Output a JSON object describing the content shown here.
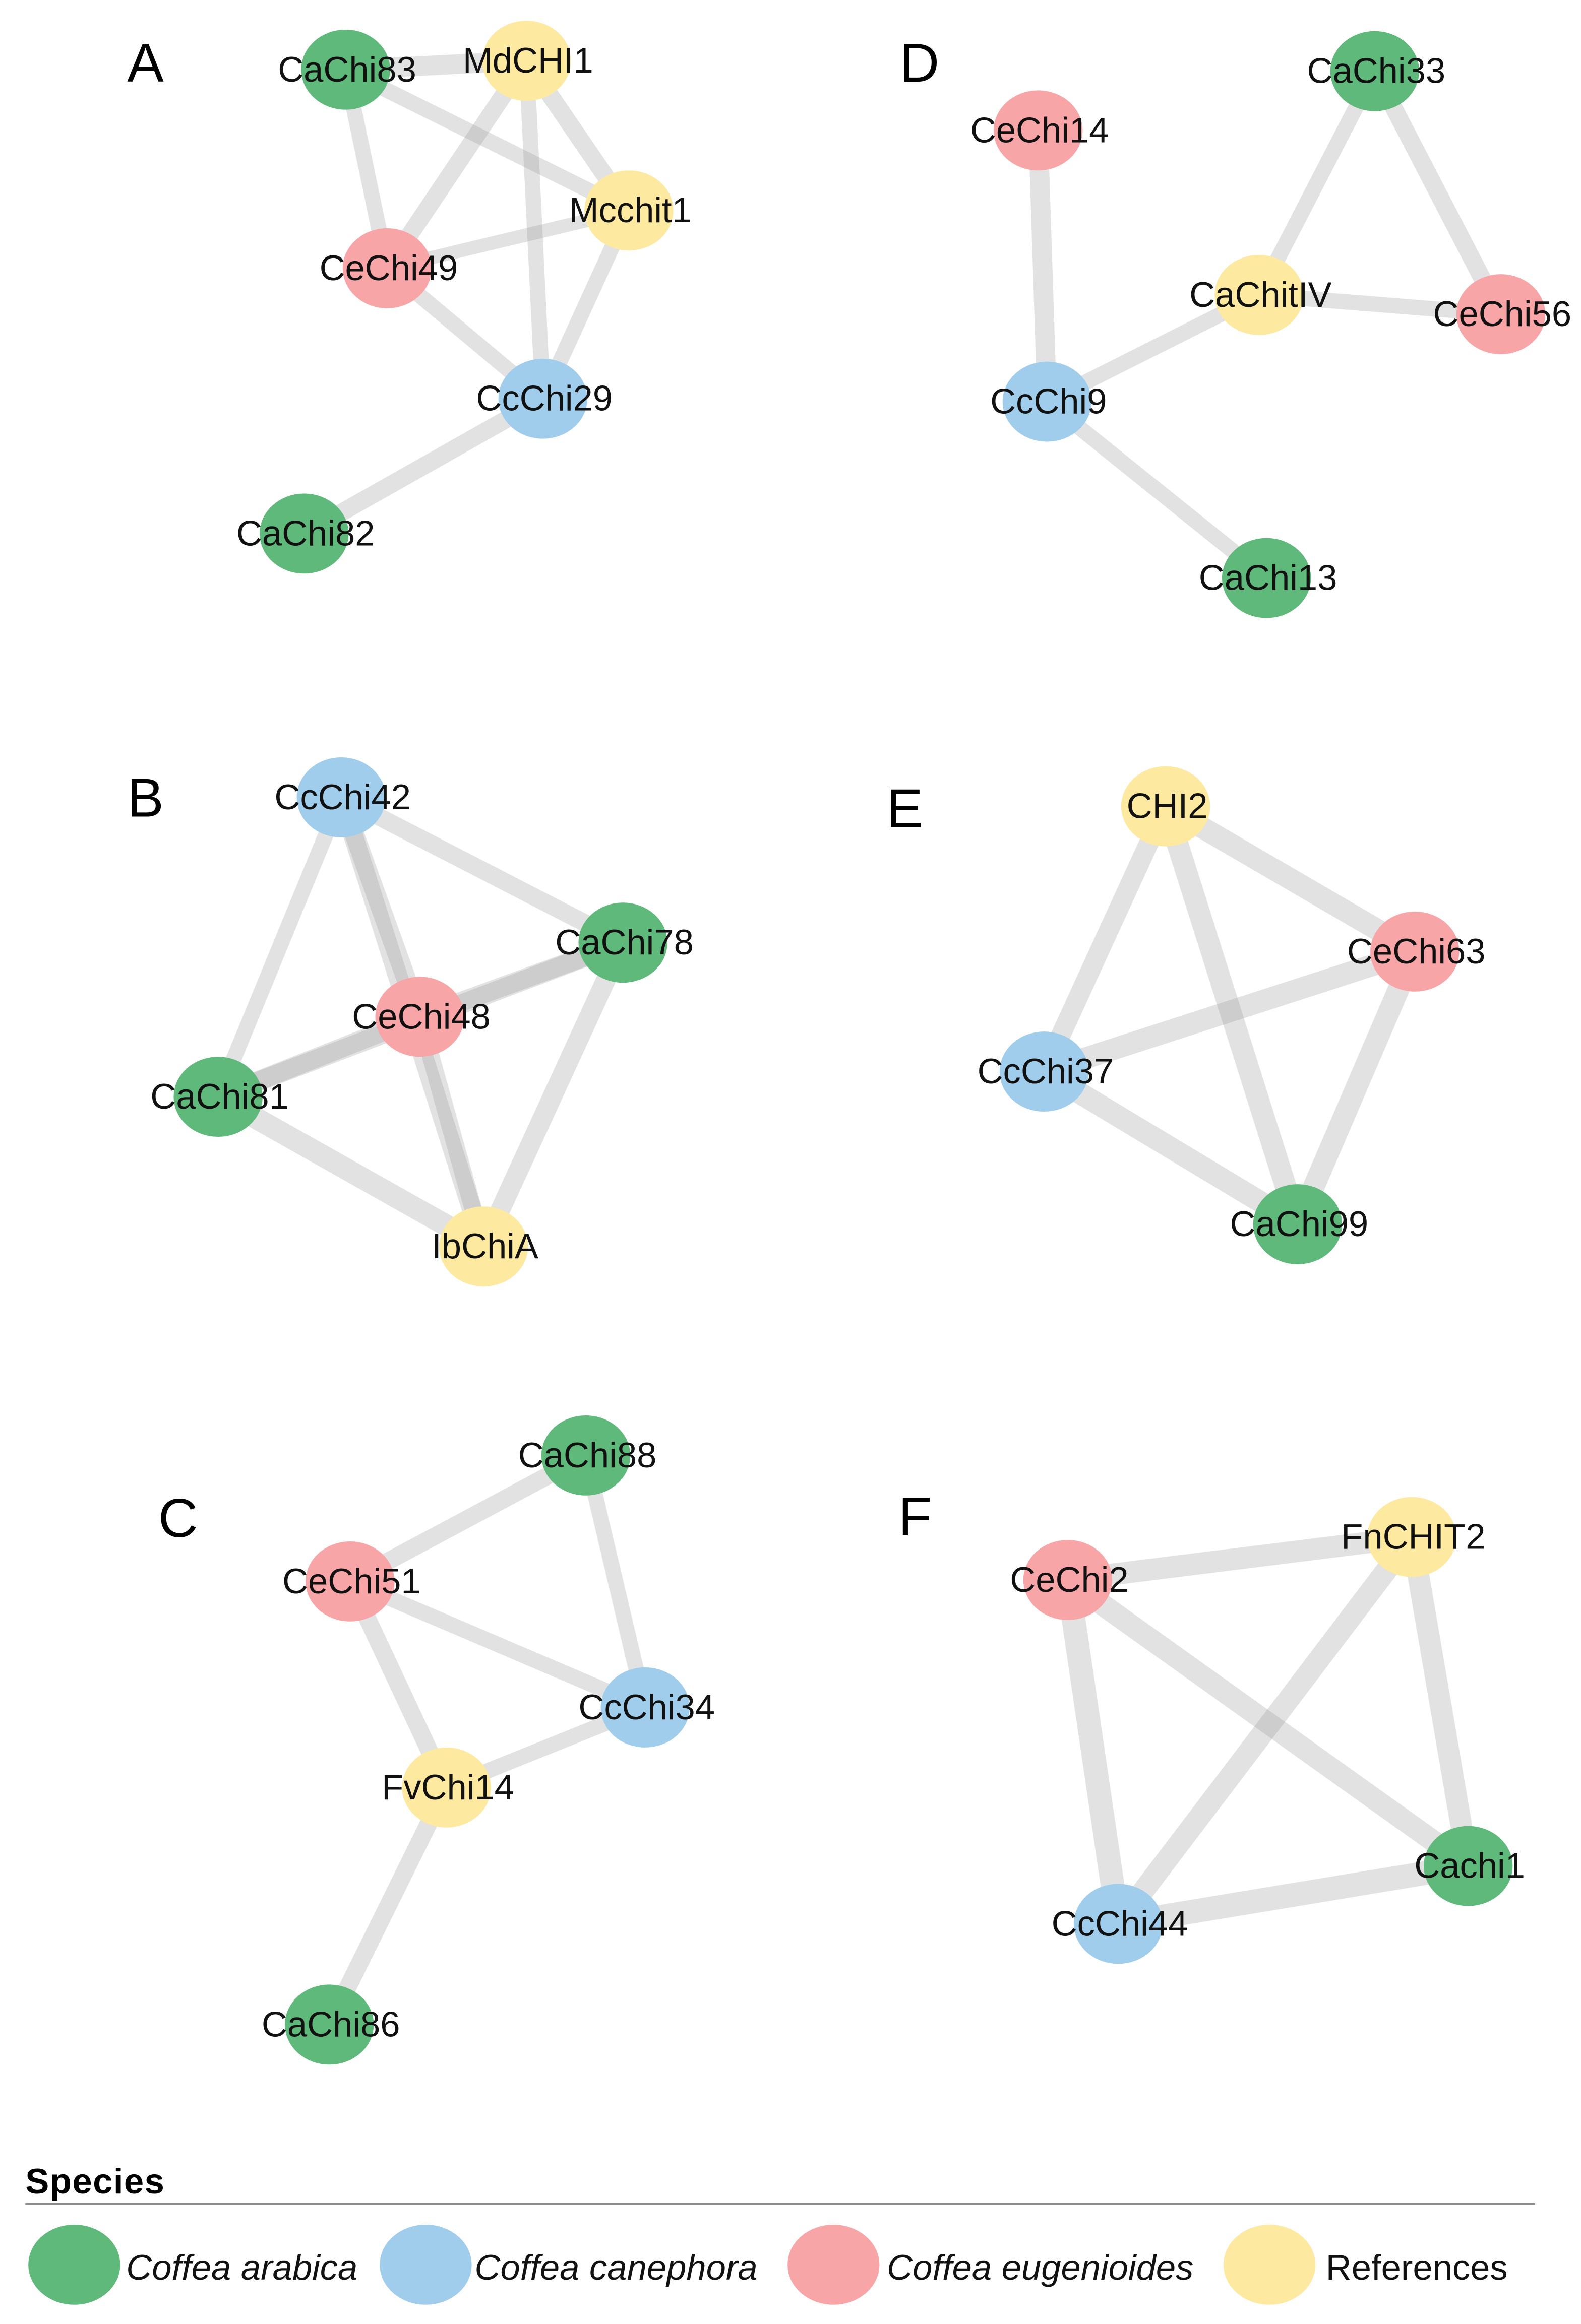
{
  "legend_title": "Species",
  "edge_color": "#969696",
  "species": [
    {
      "label": "Coffea arabica",
      "color": "#5fb97b"
    },
    {
      "label": "Coffea canephora",
      "color": "#9fcdeb"
    },
    {
      "label": "Coffea eugenioides",
      "color": "#f8a5a8"
    },
    {
      "label": "References",
      "color": "#fde9a0"
    }
  ],
  "panels": [
    {
      "label": "A",
      "nodes": [
        {
          "label": "CaChi83",
          "species": 0
        },
        {
          "label": "MdCHI1",
          "species": 3
        },
        {
          "label": "Mcchit1",
          "species": 3
        },
        {
          "label": "CeChi49",
          "species": 2
        },
        {
          "label": "CcChi29",
          "species": 1
        },
        {
          "label": "CaChi82",
          "species": 0
        }
      ],
      "edges": [
        {
          "source": "CaChi83",
          "target": "MdCHI1",
          "weight": 0.8
        },
        {
          "source": "CaChi83",
          "target": "CeChi49",
          "weight": 0.6
        },
        {
          "source": "CaChi83",
          "target": "Mcchit1",
          "weight": 0.6
        },
        {
          "source": "MdCHI1",
          "target": "Mcchit1",
          "weight": 0.7
        },
        {
          "source": "MdCHI1",
          "target": "CeChi49",
          "weight": 0.7
        },
        {
          "source": "MdCHI1",
          "target": "CcChi29",
          "weight": 0.6
        },
        {
          "source": "CeChi49",
          "target": "Mcchit1",
          "weight": 0.5
        },
        {
          "source": "CeChi49",
          "target": "CcChi29",
          "weight": 0.6
        },
        {
          "source": "Mcchit1",
          "target": "CcChi29",
          "weight": 0.6
        },
        {
          "source": "CcChi29",
          "target": "CaChi82",
          "weight": 0.7
        }
      ]
    },
    {
      "label": "B",
      "nodes": [
        {
          "label": "CcChi42",
          "species": 1
        },
        {
          "label": "CaChi78",
          "species": 0
        },
        {
          "label": "CeChi48",
          "species": 2
        },
        {
          "label": "CaChi81",
          "species": 0
        },
        {
          "label": "IbChiA",
          "species": 3
        }
      ],
      "edges": [
        {
          "source": "CcChi42",
          "target": "CaChi78",
          "weight": 0.7
        },
        {
          "source": "CcChi42",
          "target": "CeChi48",
          "weight": 0.8
        },
        {
          "source": "CcChi42",
          "target": "CaChi81",
          "weight": 0.6
        },
        {
          "source": "CcChi42",
          "target": "IbChiA",
          "weight": 0.8
        },
        {
          "source": "CaChi78",
          "target": "CeChi48",
          "weight": 0.8
        },
        {
          "source": "CaChi78",
          "target": "CaChi81",
          "weight": 0.8
        },
        {
          "source": "CeChi48",
          "target": "CaChi81",
          "weight": 0.8
        },
        {
          "source": "CaChi78",
          "target": "IbChiA",
          "weight": 0.8
        },
        {
          "source": "CaChi81",
          "target": "IbChiA",
          "weight": 0.9
        },
        {
          "source": "CeChi48",
          "target": "IbChiA",
          "weight": 0.7
        }
      ]
    },
    {
      "label": "C",
      "nodes": [
        {
          "label": "CaChi88",
          "species": 0
        },
        {
          "label": "CeChi51",
          "species": 2
        },
        {
          "label": "CcChi34",
          "species": 1
        },
        {
          "label": "FvChi14",
          "species": 3
        },
        {
          "label": "CaChi86",
          "species": 0
        }
      ],
      "edges": [
        {
          "source": "CaChi88",
          "target": "CeChi51",
          "weight": 0.7
        },
        {
          "source": "CaChi88",
          "target": "CcChi34",
          "weight": 0.6
        },
        {
          "source": "CeChi51",
          "target": "CcChi34",
          "weight": 0.6
        },
        {
          "source": "CeChi51",
          "target": "FvChi14",
          "weight": 0.7
        },
        {
          "source": "FvChi14",
          "target": "CcChi34",
          "weight": 0.6
        },
        {
          "source": "FvChi14",
          "target": "CaChi86",
          "weight": 0.7
        }
      ]
    },
    {
      "label": "D",
      "nodes": [
        {
          "label": "CaChi33",
          "species": 0
        },
        {
          "label": "CeChi14",
          "species": 2
        },
        {
          "label": "CaChitIV",
          "species": 3
        },
        {
          "label": "CeChi56",
          "species": 2
        },
        {
          "label": "CcChi9",
          "species": 1
        },
        {
          "label": "CaChi13",
          "species": 0
        }
      ],
      "edges": [
        {
          "source": "CaChi33",
          "target": "CaChitIV",
          "weight": 0.6
        },
        {
          "source": "CaChi33",
          "target": "CeChi56",
          "weight": 0.7
        },
        {
          "source": "CaChitIV",
          "target": "CeChi56",
          "weight": 0.6
        },
        {
          "source": "CeChi14",
          "target": "CcChi9",
          "weight": 0.8
        },
        {
          "source": "CcChi9",
          "target": "CaChitIV",
          "weight": 0.6
        },
        {
          "source": "CcChi9",
          "target": "CaChi13",
          "weight": 0.6
        }
      ]
    },
    {
      "label": "E",
      "nodes": [
        {
          "label": "CHI2",
          "species": 3
        },
        {
          "label": "CeChi63",
          "species": 2
        },
        {
          "label": "CcChi37",
          "species": 1
        },
        {
          "label": "CaChi99",
          "species": 0
        }
      ],
      "edges": [
        {
          "source": "CHI2",
          "target": "CeChi63",
          "weight": 0.9
        },
        {
          "source": "CHI2",
          "target": "CcChi37",
          "weight": 0.8
        },
        {
          "source": "CHI2",
          "target": "CaChi99",
          "weight": 0.9
        },
        {
          "source": "CeChi63",
          "target": "CcChi37",
          "weight": 0.9
        },
        {
          "source": "CeChi63",
          "target": "CaChi99",
          "weight": 0.9
        },
        {
          "source": "CcChi37",
          "target": "CaChi99",
          "weight": 0.9
        }
      ]
    },
    {
      "label": "F",
      "nodes": [
        {
          "label": "FnCHIT2",
          "species": 3
        },
        {
          "label": "CeChi2",
          "species": 2
        },
        {
          "label": "Cachi1",
          "species": 0
        },
        {
          "label": "CcChi44",
          "species": 1
        }
      ],
      "edges": [
        {
          "source": "CeChi2",
          "target": "FnCHIT2",
          "weight": 0.9
        },
        {
          "source": "CeChi2",
          "target": "Cachi1",
          "weight": 0.9
        },
        {
          "source": "CeChi2",
          "target": "CcChi44",
          "weight": 1.0
        },
        {
          "source": "FnCHIT2",
          "target": "CcChi44",
          "weight": 0.9
        },
        {
          "source": "FnCHIT2",
          "target": "Cachi1",
          "weight": 0.9
        },
        {
          "source": "CcChi44",
          "target": "Cachi1",
          "weight": 1.0
        }
      ]
    }
  ]
}
